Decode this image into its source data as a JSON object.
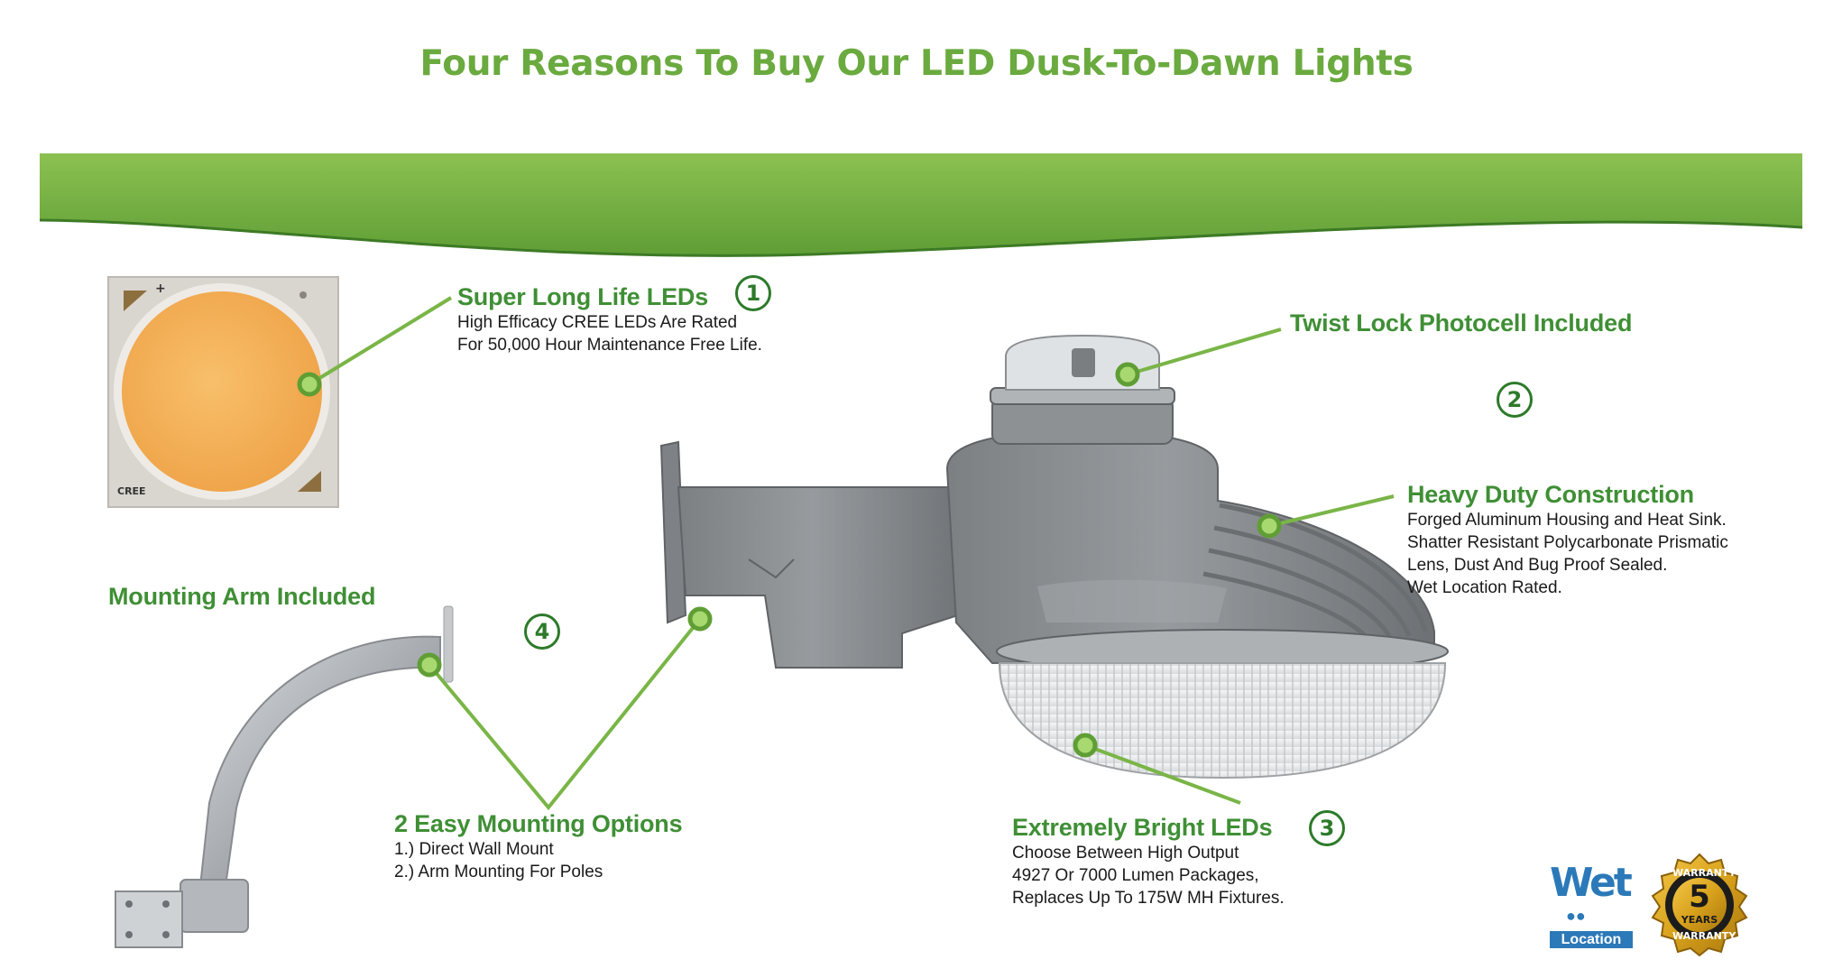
{
  "page": {
    "title": "Four Reasons To Buy Our LED Dusk-To-Dawn Lights"
  },
  "colors": {
    "brand_green": "#6aaa3f",
    "callout_green": "#3f8f35",
    "number_green": "#2d7a2a",
    "banner_green": "#7ab547",
    "led_orange": "#f5b25a",
    "fixture_gray": "#8a8e91",
    "wet_blue": "#2b79b8",
    "badge_gold": "#d8a21c"
  },
  "cree_chip": {
    "brand_mark": "CREE",
    "polarity": "+"
  },
  "callouts": {
    "led": {
      "number": "1",
      "title": "Super Long Life LEDs",
      "lines": [
        "High Efficacy CREE LEDs Are Rated",
        "For 50,000 Hour Maintenance Free Life."
      ]
    },
    "photocell": {
      "title": "Twist Lock Photocell Included"
    },
    "construction": {
      "number": "2",
      "title": "Heavy Duty Construction",
      "lines": [
        "Forged Aluminum Housing and Heat Sink.",
        "Shatter Resistant Polycarbonate Prismatic",
        "Lens, Dust And Bug Proof Sealed.",
        "Wet Location Rated."
      ]
    },
    "arm": {
      "title": "Mounting Arm Included"
    },
    "mounting": {
      "number": "4",
      "title": "2 Easy Mounting Options",
      "lines": [
        "1.) Direct Wall Mount",
        "2.) Arm Mounting For Poles"
      ]
    },
    "bright": {
      "number": "3",
      "title": "Extremely Bright LEDs",
      "lines": [
        "Choose Between High Output",
        "4927 Or 7000 Lumen Packages,",
        "Replaces Up To 175W MH Fixtures."
      ]
    }
  },
  "badges": {
    "wet": {
      "word": "Wet",
      "location": "Location",
      "drops": "●●"
    },
    "warranty": {
      "top": "WARRANTY",
      "number": "5",
      "years": "YEARS",
      "bottom": "WARRANTY"
    }
  }
}
